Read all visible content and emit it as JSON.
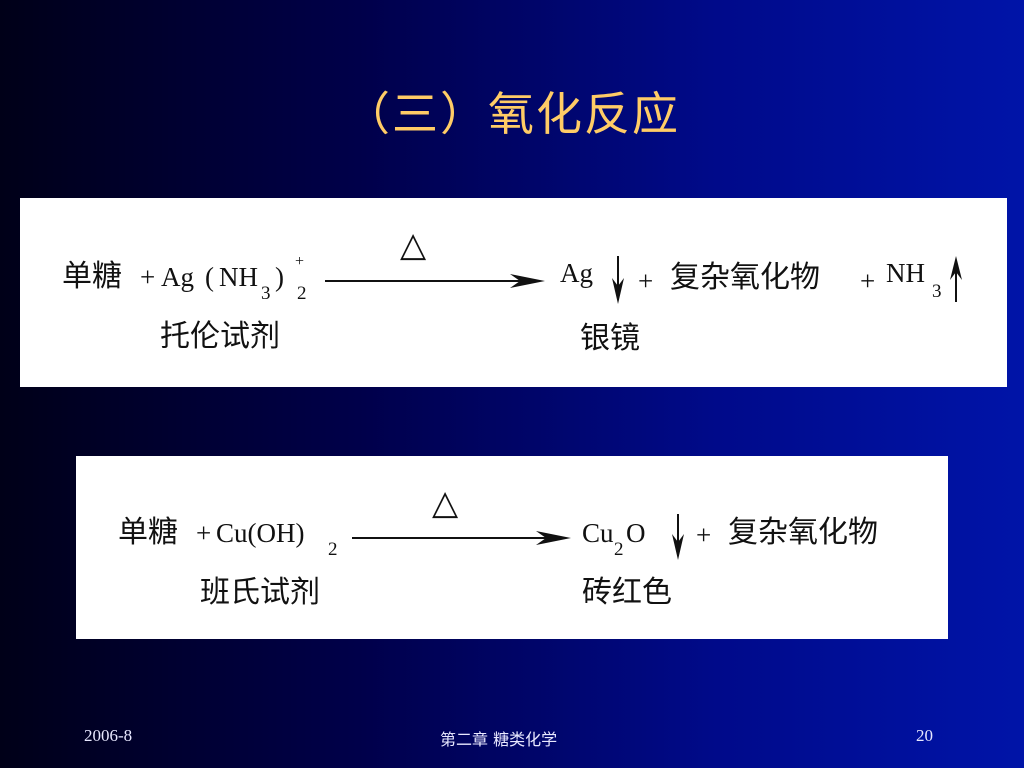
{
  "title": "（三）氧化反应",
  "reaction1": {
    "reactant": "单糖",
    "plus1": "+",
    "reagent": "Ag",
    "lparen": "(",
    "nh": "NH",
    "sub3": "3",
    "rparen": ")",
    "charge": "+",
    "sub2": "2",
    "condition": "△",
    "product1": "Ag",
    "plus2": "+",
    "product2": "复杂氧化物",
    "plus3": "+",
    "product3": "NH",
    "product3_sub": "3",
    "reagent_label": "托伦试剂",
    "product_label": "银镜"
  },
  "reaction2": {
    "reactant": "单糖",
    "plus1": "+",
    "reagent": "Cu(OH)",
    "reagent_sub": "2",
    "condition": "△",
    "product1_a": "Cu",
    "product1_sub": "2",
    "product1_b": "O",
    "plus2": "+",
    "product2": "复杂氧化物",
    "reagent_label": "班氏试剂",
    "product_label": "砖红色"
  },
  "footer": {
    "date": "2006-8",
    "chapter": "第二章 糖类化学",
    "page": "20"
  }
}
